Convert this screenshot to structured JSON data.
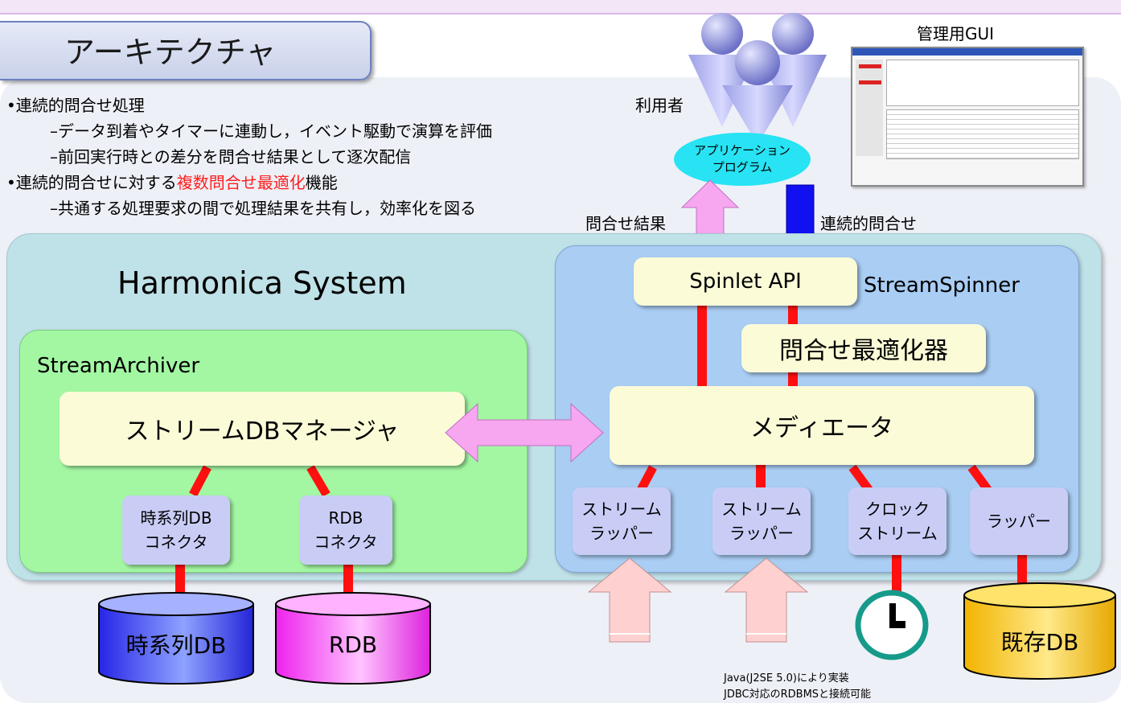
{
  "title": "アーキテクチャ",
  "bullets": {
    "b1": "•連続的問合せ処理",
    "b1a": "–データ到着やタイマーに連動し，イベント駆動で演算を評価",
    "b1b": "–前回実行時との差分を問合せ結果として逐次配信",
    "b2_pre": "•連続的問合せに対する",
    "b2_highlight": "複数問合せ最適化",
    "b2_post": "機能",
    "b2a": "–共通する処理要求の間で処理結果を共有し，効率化を図る"
  },
  "users_label": "利用者",
  "app_program": "アプリケーション\nプログラム",
  "admin_gui_label": "管理用GUI",
  "query_result_label": "問合せ結果",
  "continuous_query_label": "連続的問合せ",
  "harmonica_title": "Harmonica System",
  "streamspinner_title": "StreamSpinner",
  "streamarchiver_title": "StreamArchiver",
  "spinlet_api": "Spinlet API",
  "optimizer": "問合せ最適化器",
  "mediator": "メディエータ",
  "stream_db_manager": "ストリームDBマネージャ",
  "connectors": [
    "時系列DB\nコネクタ",
    "RDB\nコネクタ"
  ],
  "wrappers": [
    "ストリーム\nラッパー",
    "ストリーム\nラッパー",
    "クロック\nストリーム",
    "ラッパー"
  ],
  "databases": [
    "時系列DB",
    "RDB",
    "既存DB"
  ],
  "notes": [
    "Java(J2SE 5.0)により実装",
    "JDBC対応のRDBMSと接続可能"
  ],
  "colors": {
    "harmonica_bg": "#bfe1e8",
    "spinner_bg": "#a9cdf3",
    "archiver_bg": "#a3f7a3",
    "highlight": "#ff1f1f",
    "connector_line": "#ff1010"
  }
}
